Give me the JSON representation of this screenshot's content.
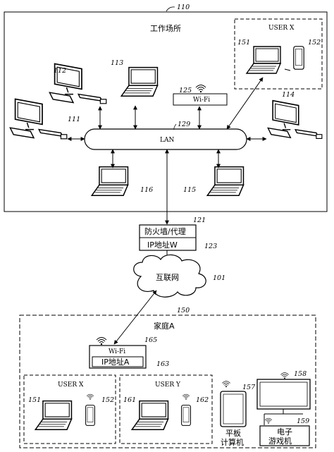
{
  "workplace": {
    "ref": "110",
    "label": "工作场所"
  },
  "lan": {
    "ref": "129",
    "label": "LAN"
  },
  "wifi_work": {
    "ref": "125",
    "label": "Wi-Fi"
  },
  "user_x_work": {
    "label": "USER X",
    "laptop_ref": "151",
    "phone_ref": "152"
  },
  "devices_work": {
    "d112": "112",
    "d113": "113",
    "d111": "111",
    "d114": "114",
    "d116": "116",
    "d115": "115"
  },
  "firewall": {
    "ref": "121",
    "label": "防火墙/代理",
    "ip_ref": "123",
    "ip_label": "IP地址W"
  },
  "internet": {
    "ref": "101",
    "label": "互联网"
  },
  "home": {
    "ref": "150",
    "label": "家庭A"
  },
  "wifi_home": {
    "ref": "165",
    "label": "Wi-Fi",
    "ip_ref": "163",
    "ip_label": "IP地址A"
  },
  "user_x_home": {
    "label": "USER X",
    "laptop_ref": "151",
    "phone_ref": "152"
  },
  "user_y_home": {
    "label": "USER Y",
    "laptop_ref": "161",
    "phone_ref": "162"
  },
  "tablet": {
    "ref": "157",
    "label_line1": "平板",
    "label_line2": "计算机"
  },
  "tv": {
    "ref": "158"
  },
  "console": {
    "ref": "159",
    "label_line1": "电子",
    "label_line2": "游戏机"
  }
}
